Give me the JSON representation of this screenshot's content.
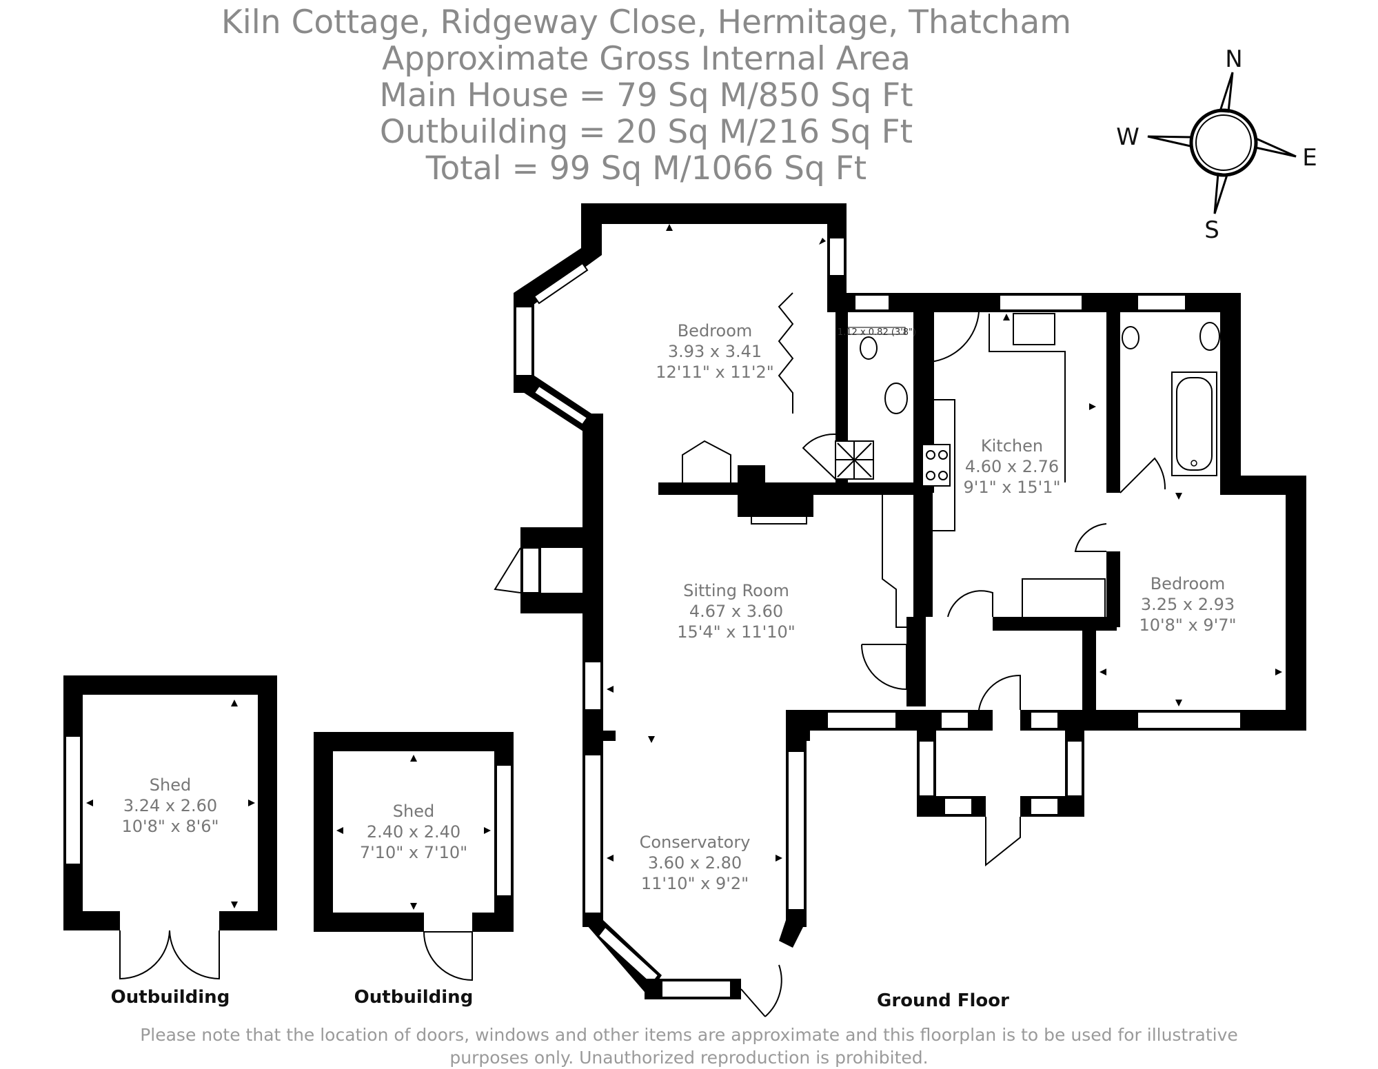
{
  "header": {
    "lines": [
      "Kiln Cottage, Ridgeway Close, Hermitage, Thatcham",
      "Approximate Gross Internal Area",
      "Main House = 79 Sq M/850 Sq Ft",
      "Outbuilding = 20 Sq M/216 Sq Ft",
      "Total = 99 Sq M/1066 Sq Ft"
    ]
  },
  "compass": {
    "n": "N",
    "s": "S",
    "e": "E",
    "w": "W"
  },
  "rooms": {
    "bedroom1": {
      "name": "Bedroom",
      "metric": "3.93 x 3.41",
      "imperial": "12'11\" x 11'2\""
    },
    "kitchen": {
      "name": "Kitchen",
      "metric": "4.60 x 2.76",
      "imperial": "9'1\" x 15'1\""
    },
    "sitting": {
      "name": "Sitting Room",
      "metric": "4.67 x 3.60",
      "imperial": "15'4\" x 11'10\""
    },
    "bedroom2": {
      "name": "Bedroom",
      "metric": "3.25 x 2.93",
      "imperial": "10'8\" x 9'7\""
    },
    "conservatory": {
      "name": "Conservatory",
      "metric": "3.60 x 2.80",
      "imperial": "11'10\" x 9'2\""
    },
    "shed1": {
      "name": "Shed",
      "metric": "3.24 x 2.60",
      "imperial": "10'8\" x 8'6\""
    },
    "shed2": {
      "name": "Shed",
      "metric": "2.40 x 2.40",
      "imperial": "7'10\" x 7'10\""
    },
    "wc_dim": "1.12 x 0.82 (3'8\")"
  },
  "captions": {
    "outbuilding1": "Outbuilding",
    "outbuilding2": "Outbuilding",
    "ground_floor": "Ground Floor"
  },
  "footer": {
    "line1": "Please note that the location of doors, windows and other items are approximate and this floorplan is to be used for illustrative",
    "line2": "purposes only. Unauthorized reproduction is prohibited."
  }
}
